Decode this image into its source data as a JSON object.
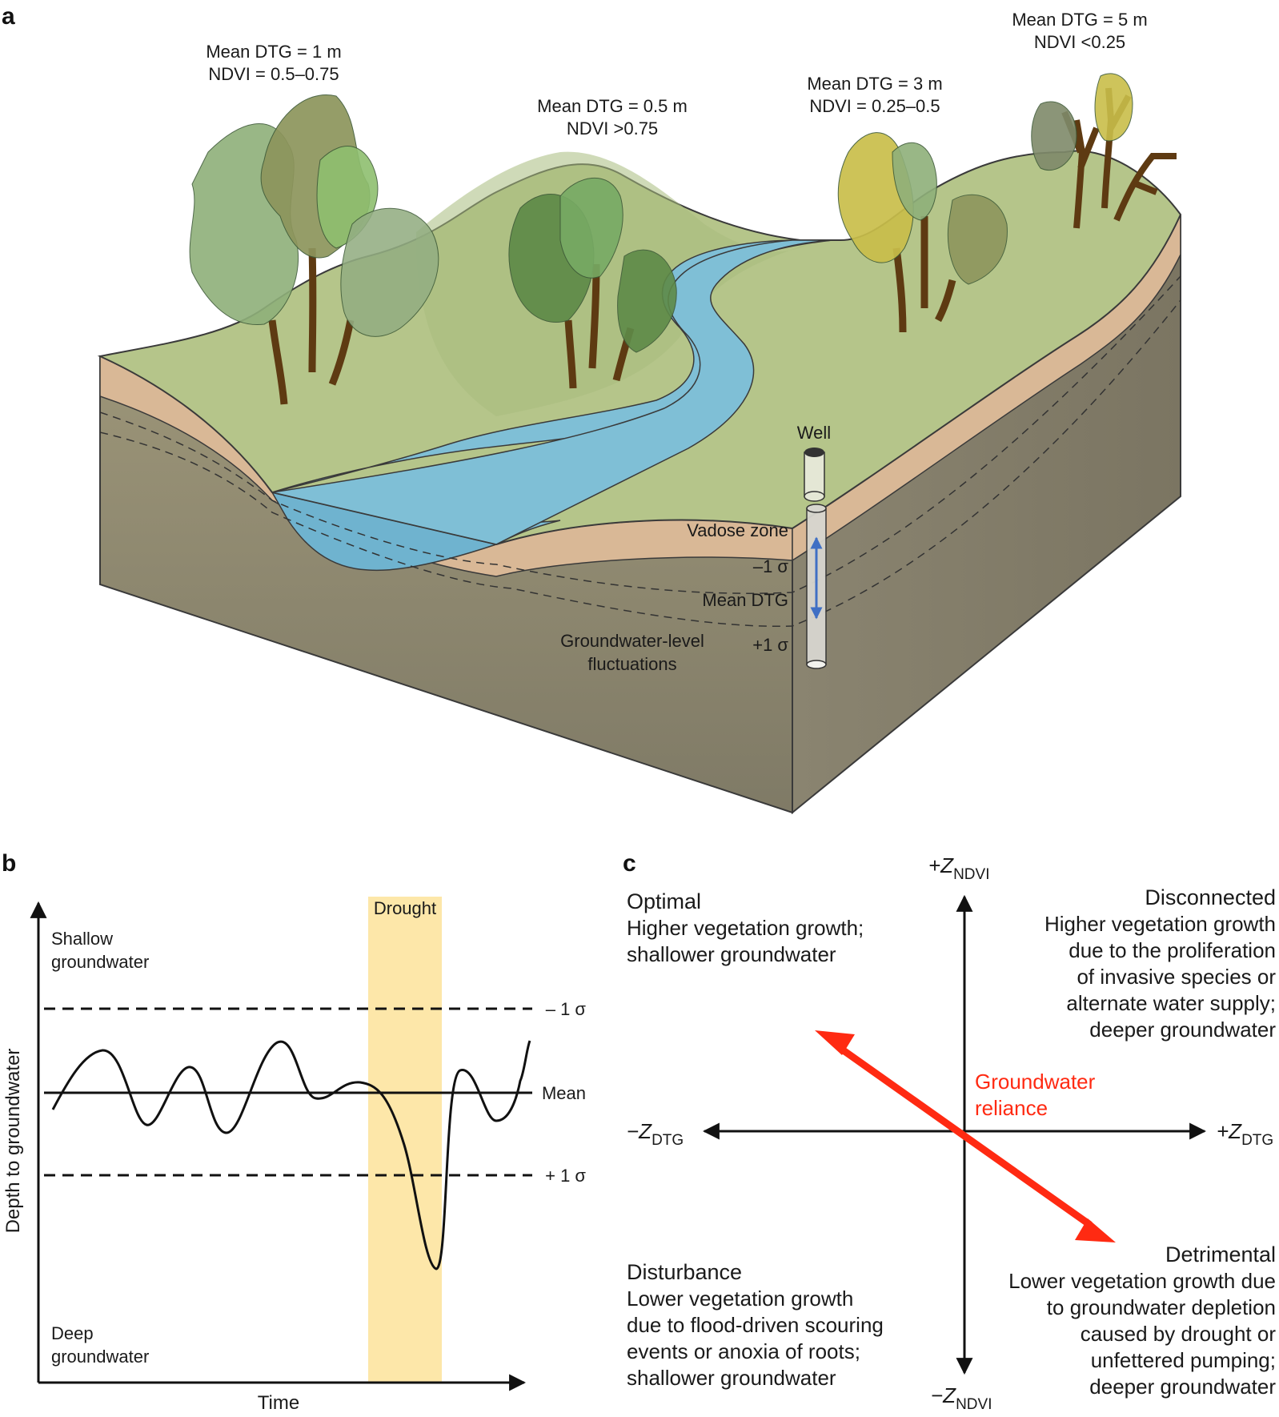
{
  "panel_a": {
    "label": "a",
    "site_labels": [
      {
        "dtg": "Mean DTG = 1 m",
        "ndvi": "NDVI = 0.5–0.75"
      },
      {
        "dtg": "Mean DTG = 0.5 m",
        "ndvi": "NDVI >0.75"
      },
      {
        "dtg": "Mean DTG = 3 m",
        "ndvi": "NDVI = 0.25–0.5"
      },
      {
        "dtg": "Mean DTG = 5 m",
        "ndvi": "NDVI <0.25"
      }
    ],
    "well_label": "Well",
    "vadose_label": "Vadose zone",
    "minus_sigma": "–1 σ",
    "mean_dtg": "Mean DTG",
    "plus_sigma": "+1 σ",
    "gw_fluct_1": "Groundwater-level",
    "gw_fluct_2": "fluctuations"
  },
  "panel_b": {
    "label": "b",
    "drought": "Drought",
    "shallow_1": "Shallow",
    "shallow_2": "groundwater",
    "deep_1": "Deep",
    "deep_2": "groundwater",
    "minus_sigma": "– 1 σ",
    "mean": "Mean",
    "plus_sigma": "+ 1 σ",
    "y_axis": "Depth to groundwater",
    "x_axis": "Time"
  },
  "panel_c": {
    "label": "c",
    "axis_z_ndvi_plus": "+Z",
    "axis_z_ndvi_minus": "−Z",
    "axis_z_dtg_plus": "+Z",
    "axis_z_dtg_minus": "−Z",
    "sub_ndvi": "NDVI",
    "sub_dtg": "DTG",
    "reliance_1": "Groundwater",
    "reliance_2": "reliance",
    "reliance_color": "#ff2a12",
    "optimal": {
      "title": "Optimal",
      "lines": [
        "Higher vegetation growth;",
        "shallower groundwater"
      ]
    },
    "disconnected": {
      "title": "Disconnected",
      "lines": [
        "Higher vegetation growth",
        "due to the proliferation",
        "of invasive species or",
        "alternate water supply;",
        "deeper groundwater"
      ]
    },
    "disturbance": {
      "title": "Disturbance",
      "lines": [
        "Lower vegetation growth",
        "due to flood-driven scouring",
        "events or anoxia of roots;",
        "shallower groundwater"
      ]
    },
    "detrimental": {
      "title": "Detrimental",
      "lines": [
        "Lower vegetation growth due",
        "to groundwater depletion",
        "caused by drought or",
        "unfettered pumping;",
        "deeper groundwater"
      ]
    }
  },
  "colors": {
    "grass": "#b5c58a",
    "soil": "#d9b896",
    "subsoil": "#8e8670",
    "water": "#7fbfd6",
    "drought": "#fde7a9",
    "trunk": "#5e3a12"
  }
}
